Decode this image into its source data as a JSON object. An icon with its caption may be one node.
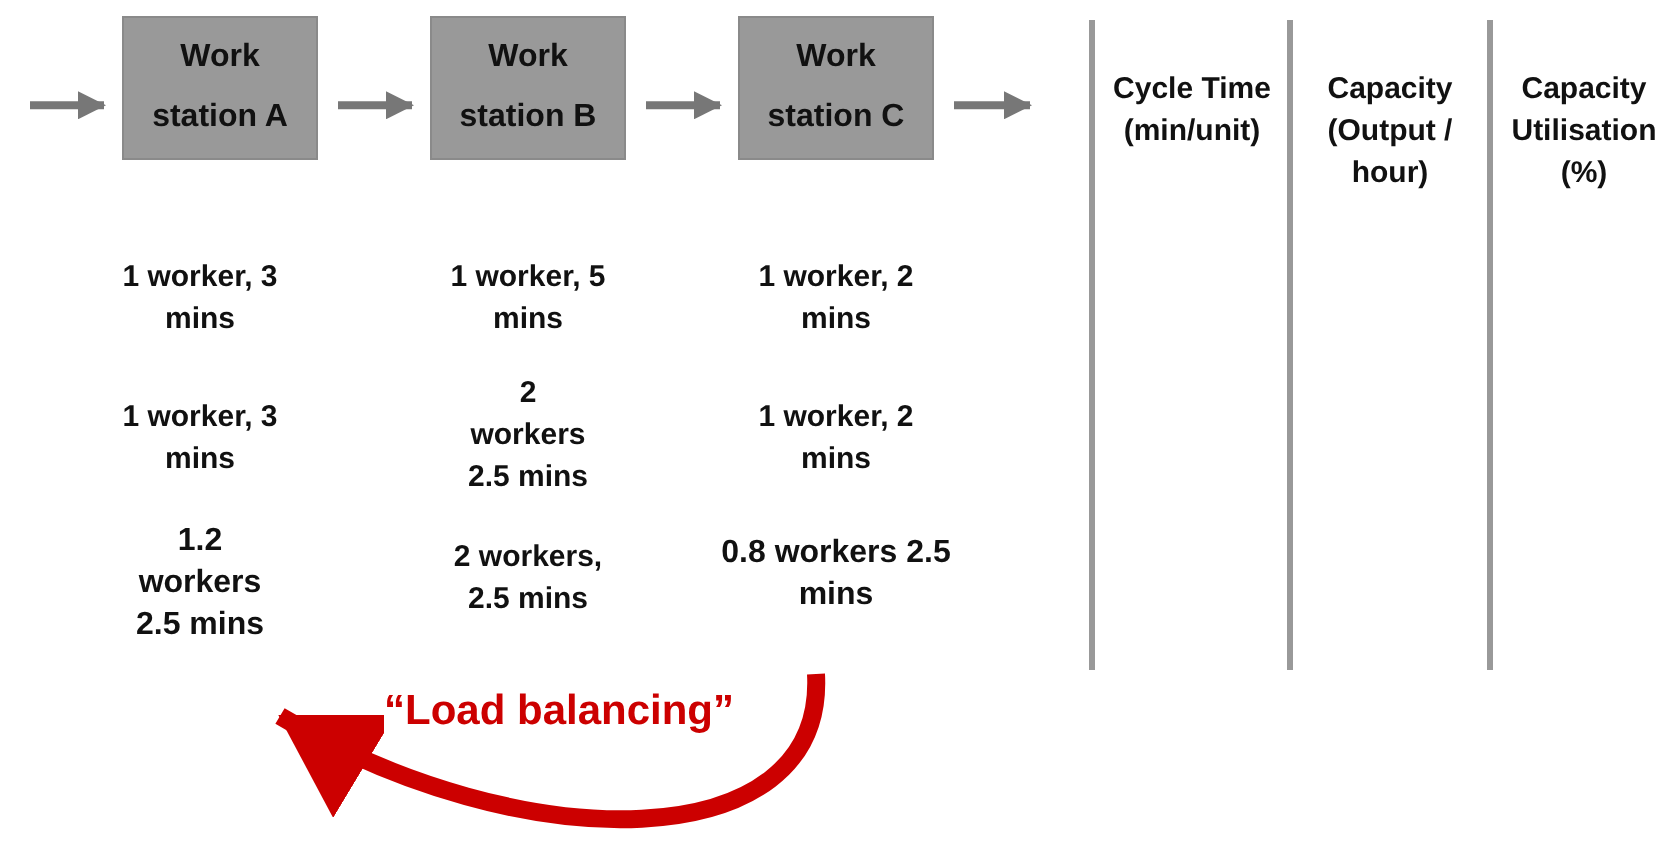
{
  "diagram": {
    "nodes": [
      {
        "text": [
          "Work station A"
        ]
      },
      {
        "text": [
          "Work station B"
        ]
      },
      {
        "text": [
          "Work station C"
        ]
      },
      {
        "text": [
          "1.2 workers 2.5 mins"
        ]
      },
      {
        "text": [
          "0.8 workers 2.5 mins"
        ]
      }
    ],
    "edges": [
      {
        "from": null,
        "to": 0,
        "arrow": "to"
      },
      {
        "from": 0,
        "to": 1,
        "arrow": "to"
      },
      {
        "from": 1,
        "to": 2,
        "arrow": "to"
      },
      {
        "from": 2,
        "to": null,
        "arrow": "to"
      },
      {
        "from": 4,
        "to": 3,
        "arrow": "to",
        "label": "“Load balancing”",
        "style": "thick",
        "color": "#cc0000"
      }
    ],
    "labels": [
      "Cycle Time (min/unit)",
      "Capacity (Output / hour)",
      "Capacity Utilisation (%)",
      "1 worker, 3 mins",
      "1 worker, 5 mins",
      "1 worker, 2 mins",
      "1 worker, 3 mins",
      "2 workers 2.5 mins",
      "1 worker, 2 mins",
      "2 workers, 2.5 mins"
    ]
  }
}
